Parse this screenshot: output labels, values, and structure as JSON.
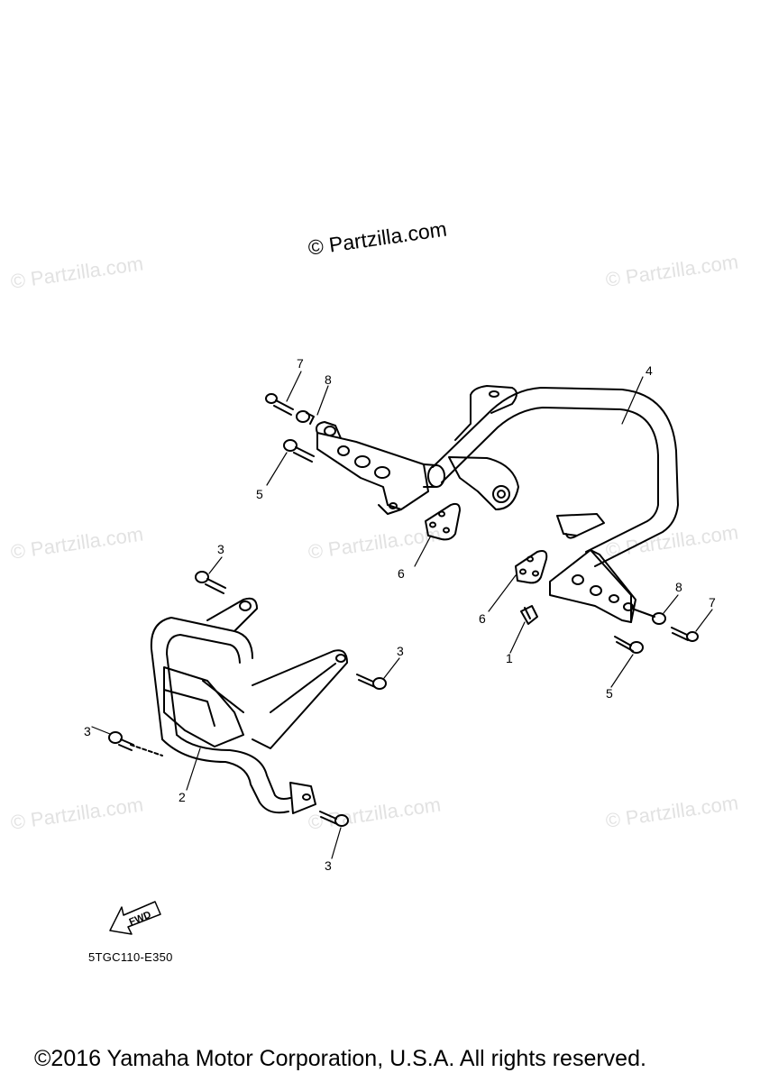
{
  "watermarks": {
    "main": "© Partzilla.com",
    "repeat": "© Partzilla.com"
  },
  "callouts": {
    "c1": "1",
    "c2": "2",
    "c3a": "3",
    "c3b": "3",
    "c3c": "3",
    "c3d": "3",
    "c4": "4",
    "c5a": "5",
    "c5b": "5",
    "c6a": "6",
    "c6b": "6",
    "c7a": "7",
    "c7b": "7",
    "c8a": "8",
    "c8b": "8"
  },
  "fwd_label": "FWD",
  "diagram_code": "5TGC110-E350",
  "copyright": "©2016 Yamaha Motor Corporation, U.S.A. All rights reserved.",
  "colors": {
    "line": "#000000",
    "watermark": "#e2e2e2"
  }
}
